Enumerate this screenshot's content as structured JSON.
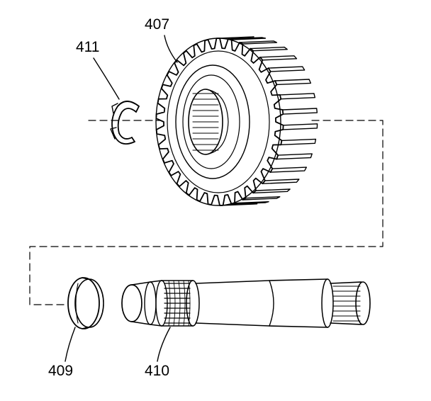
{
  "callouts": {
    "gear": "407",
    "snap_ring": "411",
    "bushing": "409",
    "shaft": "410"
  },
  "colors": {
    "ink": "#000000",
    "paper": "#ffffff"
  }
}
